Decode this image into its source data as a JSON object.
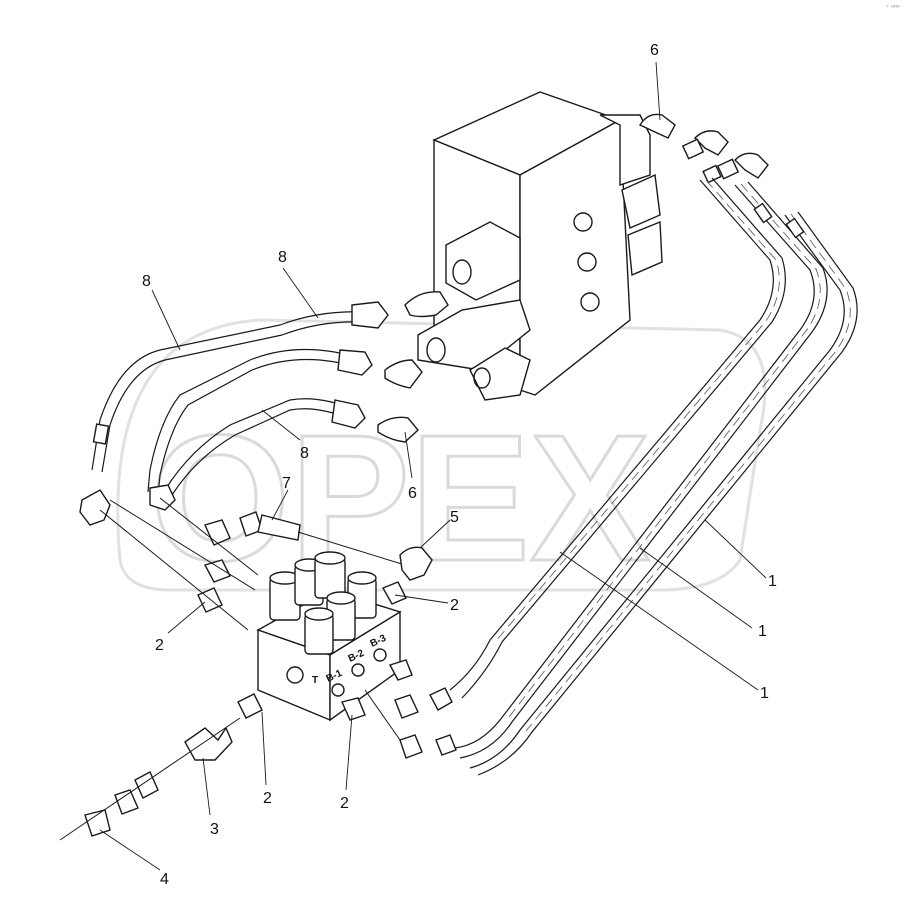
{
  "watermark": "OPEX",
  "corner_mark": "♂ ∞∞",
  "port_labels": {
    "t": "T",
    "b1": "B-1",
    "b2": "B-2",
    "b3": "B-3"
  },
  "callouts": {
    "c1a": "1",
    "c1b": "1",
    "c1c": "1",
    "c2a": "2",
    "c2b": "2",
    "c2c": "2",
    "c2d": "2",
    "c3": "3",
    "c4": "4",
    "c5": "5",
    "c6a": "6",
    "c6b": "6",
    "c7": "7",
    "c8a": "8",
    "c8b": "8",
    "c8c": "8"
  }
}
